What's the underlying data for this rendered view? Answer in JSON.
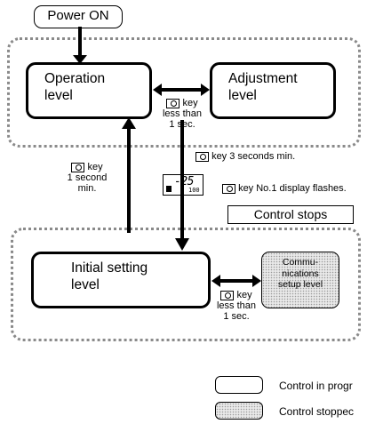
{
  "power_on": {
    "label": "Power ON"
  },
  "levels": {
    "operation": {
      "line1": "Operation",
      "line2": "level"
    },
    "adjustment": {
      "line1": "Adjustment",
      "line2": "level"
    },
    "initial_setting": {
      "line1": "Initial setting",
      "line2": "level"
    },
    "communications": {
      "line1": "Commu-",
      "line2": "nications",
      "line3": "setup  level"
    }
  },
  "transitions": {
    "op_adj": {
      "key": "key",
      "line2": "less than",
      "line3": "1 sec."
    },
    "init_op": {
      "key": "key",
      "line2": "1 second",
      "line3": "min."
    },
    "op_init_hold": {
      "key": "key  3 seconds min."
    },
    "display_flash": {
      "key": "key  No.1 display flashes."
    },
    "init_comm": {
      "key": "key",
      "line2": "less than",
      "line3": "1 sec."
    }
  },
  "display_indicator": {
    "readout": "-25",
    "sub": "100"
  },
  "control_stops": {
    "label": "Control stops"
  },
  "legend": {
    "in_progress": "Control in progr",
    "stopped": "Control stoppec"
  },
  "colors": {
    "stipple_fill": "#e9e9e9",
    "frame_dots": "#8a8a8a",
    "stroke": "#000000"
  },
  "icons": [
    "key-icon",
    "bidirectional-arrow",
    "down-arrow",
    "up-arrow",
    "display-icon"
  ]
}
